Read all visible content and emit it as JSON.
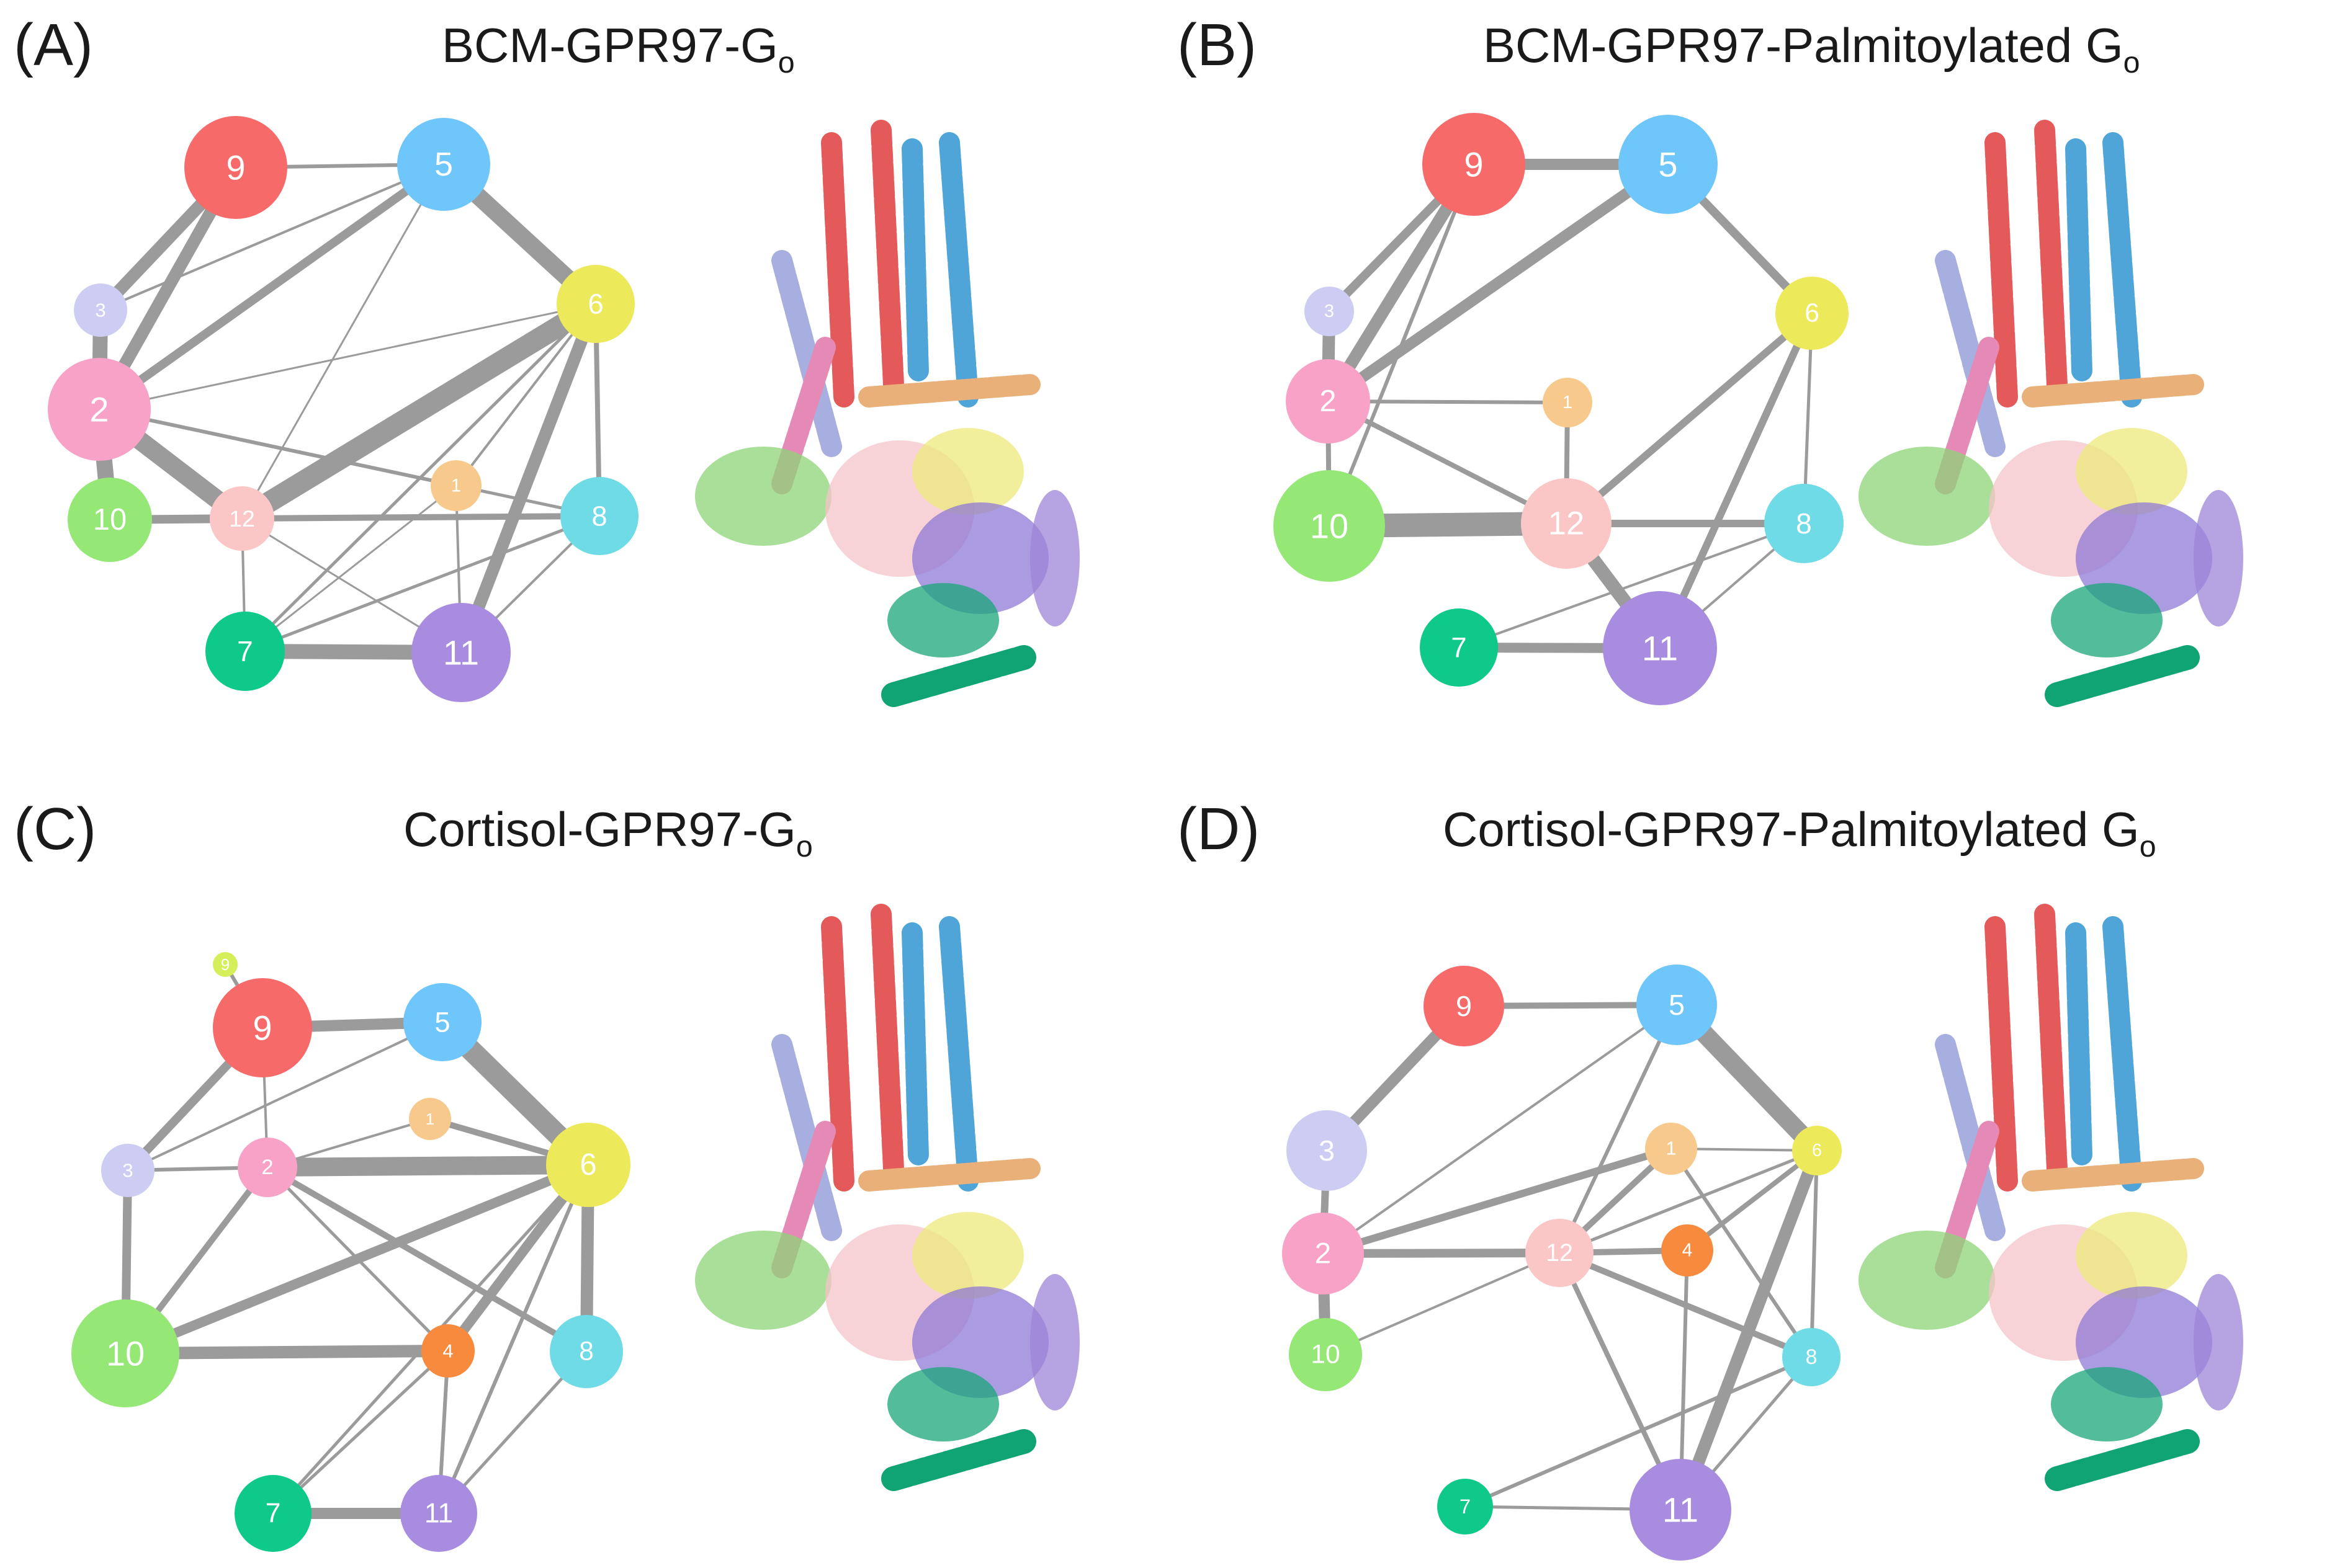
{
  "panels": [
    {
      "id": "A",
      "label": "(A)",
      "title": "BCM-GPR97-G",
      "subscript": "o",
      "nodes": [
        {
          "id": "9",
          "label": "9",
          "color": "#f66a6a"
        },
        {
          "id": "5",
          "label": "5",
          "color": "#6ec6fb"
        },
        {
          "id": "3",
          "label": "3",
          "color": "#cdcdf4"
        },
        {
          "id": "6",
          "label": "6",
          "color": "#ecea5a"
        },
        {
          "id": "2",
          "label": "2",
          "color": "#f9a2c8"
        },
        {
          "id": "1",
          "label": "1",
          "color": "#f8c98c"
        },
        {
          "id": "10",
          "label": "10",
          "color": "#95e776"
        },
        {
          "id": "12",
          "label": "12",
          "color": "#fbc6c6"
        },
        {
          "id": "8",
          "label": "8",
          "color": "#6fdbe6"
        },
        {
          "id": "7",
          "label": "7",
          "color": "#0ec98a"
        },
        {
          "id": "11",
          "label": "11",
          "color": "#a88ce0"
        }
      ],
      "edges": [
        [
          "9",
          "5"
        ],
        [
          "9",
          "2"
        ],
        [
          "5",
          "6"
        ],
        [
          "5",
          "2"
        ],
        [
          "5",
          "12"
        ],
        [
          "3",
          "2"
        ],
        [
          "3",
          "5"
        ],
        [
          "2",
          "10"
        ],
        [
          "2",
          "12"
        ],
        [
          "2",
          "6"
        ],
        [
          "2",
          "1"
        ],
        [
          "2",
          "8"
        ],
        [
          "6",
          "12"
        ],
        [
          "6",
          "11"
        ],
        [
          "6",
          "8"
        ],
        [
          "6",
          "1"
        ],
        [
          "6",
          "7"
        ],
        [
          "12",
          "10"
        ],
        [
          "12",
          "8"
        ],
        [
          "12",
          "11"
        ],
        [
          "12",
          "7"
        ],
        [
          "1",
          "11"
        ],
        [
          "1",
          "7"
        ],
        [
          "8",
          "7"
        ],
        [
          "8",
          "11"
        ],
        [
          "7",
          "11"
        ],
        [
          "9",
          "3"
        ]
      ]
    },
    {
      "id": "B",
      "label": "(B)",
      "title": "BCM-GPR97-Palmitoylated G",
      "subscript": "o",
      "nodes": [
        {
          "id": "9",
          "label": "9",
          "color": "#f66a6a"
        },
        {
          "id": "5",
          "label": "5",
          "color": "#6ec6fb"
        },
        {
          "id": "3",
          "label": "3",
          "color": "#cdcdf4"
        },
        {
          "id": "6",
          "label": "6",
          "color": "#ecea5a"
        },
        {
          "id": "2",
          "label": "2",
          "color": "#f9a2c8"
        },
        {
          "id": "1",
          "label": "1",
          "color": "#f8c98c"
        },
        {
          "id": "10",
          "label": "10",
          "color": "#95e776"
        },
        {
          "id": "12",
          "label": "12",
          "color": "#fbc6c6"
        },
        {
          "id": "8",
          "label": "8",
          "color": "#6fdbe6"
        },
        {
          "id": "7",
          "label": "7",
          "color": "#0ec98a"
        },
        {
          "id": "11",
          "label": "11",
          "color": "#a88ce0"
        }
      ],
      "edges": [
        [
          "9",
          "5"
        ],
        [
          "9",
          "3"
        ],
        [
          "9",
          "2"
        ],
        [
          "9",
          "10"
        ],
        [
          "5",
          "6"
        ],
        [
          "5",
          "2"
        ],
        [
          "3",
          "2"
        ],
        [
          "2",
          "10"
        ],
        [
          "2",
          "1"
        ],
        [
          "2",
          "12"
        ],
        [
          "1",
          "12"
        ],
        [
          "10",
          "12"
        ],
        [
          "12",
          "6"
        ],
        [
          "12",
          "8"
        ],
        [
          "12",
          "11"
        ],
        [
          "6",
          "8"
        ],
        [
          "6",
          "11"
        ],
        [
          "8",
          "11"
        ],
        [
          "8",
          "7"
        ],
        [
          "7",
          "11"
        ]
      ]
    },
    {
      "id": "C",
      "label": "(C)",
      "title": "Cortisol-GPR97-G",
      "subscript": "o",
      "nodes": [
        {
          "id": "9s",
          "label": "9",
          "color": "#d4ef5a"
        },
        {
          "id": "9",
          "label": "9",
          "color": "#f66a6a"
        },
        {
          "id": "5",
          "label": "5",
          "color": "#6ec6fb"
        },
        {
          "id": "1",
          "label": "1",
          "color": "#f8c98c"
        },
        {
          "id": "3",
          "label": "3",
          "color": "#cdcdf4"
        },
        {
          "id": "2",
          "label": "2",
          "color": "#f9a2c8"
        },
        {
          "id": "6",
          "label": "6",
          "color": "#ecea5a"
        },
        {
          "id": "10",
          "label": "10",
          "color": "#95e776"
        },
        {
          "id": "4",
          "label": "4",
          "color": "#f78a3c"
        },
        {
          "id": "8",
          "label": "8",
          "color": "#6fdbe6"
        },
        {
          "id": "7",
          "label": "7",
          "color": "#0ec98a"
        },
        {
          "id": "11",
          "label": "11",
          "color": "#a88ce0"
        }
      ],
      "edges": [
        [
          "9",
          "5"
        ],
        [
          "9",
          "3"
        ],
        [
          "9",
          "2"
        ],
        [
          "5",
          "6"
        ],
        [
          "5",
          "3"
        ],
        [
          "3",
          "2"
        ],
        [
          "3",
          "10"
        ],
        [
          "2",
          "6"
        ],
        [
          "2",
          "1"
        ],
        [
          "2",
          "10"
        ],
        [
          "2",
          "4"
        ],
        [
          "2",
          "8"
        ],
        [
          "1",
          "6"
        ],
        [
          "10",
          "6"
        ],
        [
          "10",
          "4"
        ],
        [
          "6",
          "4"
        ],
        [
          "6",
          "11"
        ],
        [
          "6",
          "8"
        ],
        [
          "6",
          "7"
        ],
        [
          "4",
          "11"
        ],
        [
          "4",
          "7"
        ],
        [
          "8",
          "11"
        ],
        [
          "7",
          "11"
        ],
        [
          "9s",
          "9"
        ]
      ]
    },
    {
      "id": "D",
      "label": "(D)",
      "title": "Cortisol-GPR97-Palmitoylated G",
      "subscript": "o",
      "nodes": [
        {
          "id": "9",
          "label": "9",
          "color": "#f66a6a"
        },
        {
          "id": "5",
          "label": "5",
          "color": "#6ec6fb"
        },
        {
          "id": "3",
          "label": "3",
          "color": "#cdcdf4"
        },
        {
          "id": "1",
          "label": "1",
          "color": "#f8c98c"
        },
        {
          "id": "6",
          "label": "6",
          "color": "#ecea5a"
        },
        {
          "id": "2",
          "label": "2",
          "color": "#f9a2c8"
        },
        {
          "id": "12",
          "label": "12",
          "color": "#fbc6c6"
        },
        {
          "id": "4",
          "label": "4",
          "color": "#f78a3c"
        },
        {
          "id": "10",
          "label": "10",
          "color": "#95e776"
        },
        {
          "id": "8",
          "label": "8",
          "color": "#6fdbe6"
        },
        {
          "id": "7",
          "label": "7",
          "color": "#0ec98a"
        },
        {
          "id": "11",
          "label": "11",
          "color": "#a88ce0"
        }
      ],
      "edges": [
        [
          "9",
          "5"
        ],
        [
          "9",
          "3"
        ],
        [
          "5",
          "6"
        ],
        [
          "5",
          "2"
        ],
        [
          "5",
          "12"
        ],
        [
          "3",
          "2"
        ],
        [
          "2",
          "10"
        ],
        [
          "2",
          "12"
        ],
        [
          "2",
          "1"
        ],
        [
          "2",
          "4"
        ],
        [
          "10",
          "12"
        ],
        [
          "12",
          "1"
        ],
        [
          "12",
          "6"
        ],
        [
          "12",
          "4"
        ],
        [
          "12",
          "8"
        ],
        [
          "12",
          "11"
        ],
        [
          "1",
          "6"
        ],
        [
          "1",
          "8"
        ],
        [
          "6",
          "4"
        ],
        [
          "6",
          "8"
        ],
        [
          "6",
          "11"
        ],
        [
          "4",
          "11"
        ],
        [
          "4",
          "6"
        ],
        [
          "8",
          "11"
        ],
        [
          "7",
          "11"
        ],
        [
          "7",
          "8"
        ]
      ]
    }
  ]
}
